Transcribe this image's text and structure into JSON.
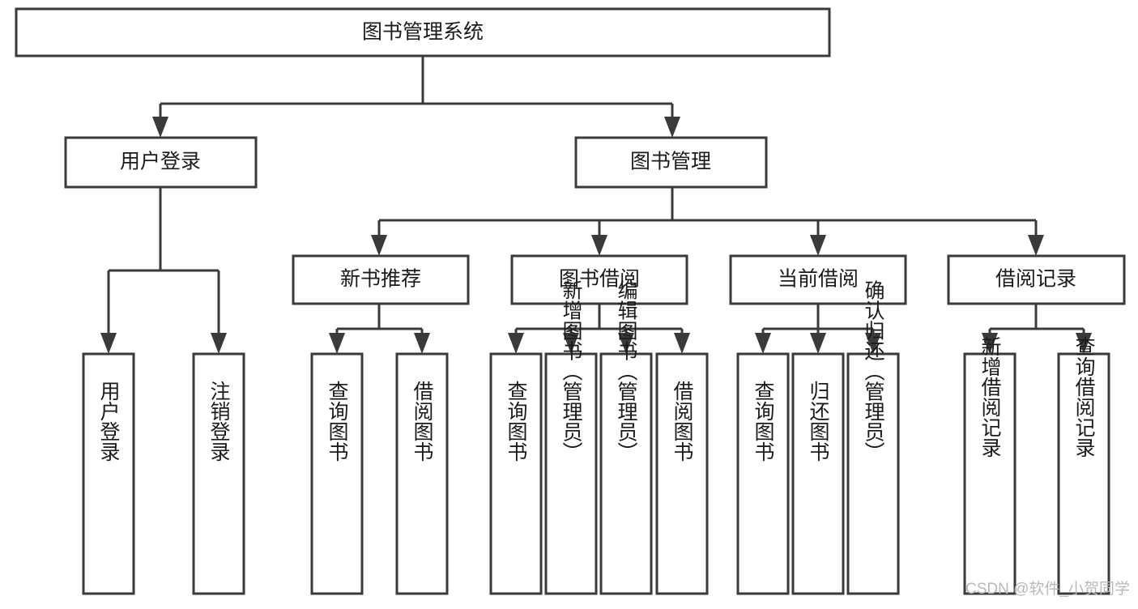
{
  "diagram": {
    "title": "图书管理系统",
    "type": "hierarchy-tree",
    "root": {
      "id": "root",
      "label": "图书管理系统"
    },
    "level2": [
      {
        "id": "user-login",
        "label": "用户登录"
      },
      {
        "id": "book-manage",
        "label": "图书管理"
      }
    ],
    "level3": [
      {
        "id": "new-book-recommend",
        "label": "新书推荐"
      },
      {
        "id": "book-borrow",
        "label": "图书借阅"
      },
      {
        "id": "current-borrow",
        "label": "当前借阅"
      },
      {
        "id": "borrow-record",
        "label": "借阅记录"
      }
    ],
    "leaves": {
      "user-login": [
        {
          "id": "leaf-user-login",
          "label": "用户登录"
        },
        {
          "id": "leaf-user-logout",
          "label": "注销登录"
        }
      ],
      "new-book-recommend": [
        {
          "id": "leaf-query-book-1",
          "label": "查询图书"
        },
        {
          "id": "leaf-borrow-book-1",
          "label": "借阅图书"
        }
      ],
      "book-borrow": [
        {
          "id": "leaf-query-book-2",
          "label": "查询图书"
        },
        {
          "id": "leaf-add-book",
          "label": "新增图书（管理员）"
        },
        {
          "id": "leaf-edit-book",
          "label": "编辑图书（管理员）"
        },
        {
          "id": "leaf-borrow-book-2",
          "label": "借阅图书"
        }
      ],
      "current-borrow": [
        {
          "id": "leaf-query-book-3",
          "label": "查询图书"
        },
        {
          "id": "leaf-return-book",
          "label": "归还图书"
        },
        {
          "id": "leaf-confirm-return",
          "label": "确认归还（管理员）"
        }
      ],
      "borrow-record": [
        {
          "id": "leaf-add-record",
          "label": "新增借阅记录"
        },
        {
          "id": "leaf-query-record",
          "label": "查询借阅记录"
        }
      ]
    }
  },
  "watermark": {
    "text": "CSDN @软件_小贺同学"
  },
  "colors": {
    "stroke": "#3a3a3a",
    "box_fill": "#ffffff",
    "text": "#1b1b1b",
    "watermark": "#b9b9b9",
    "background": "#ffffff"
  }
}
